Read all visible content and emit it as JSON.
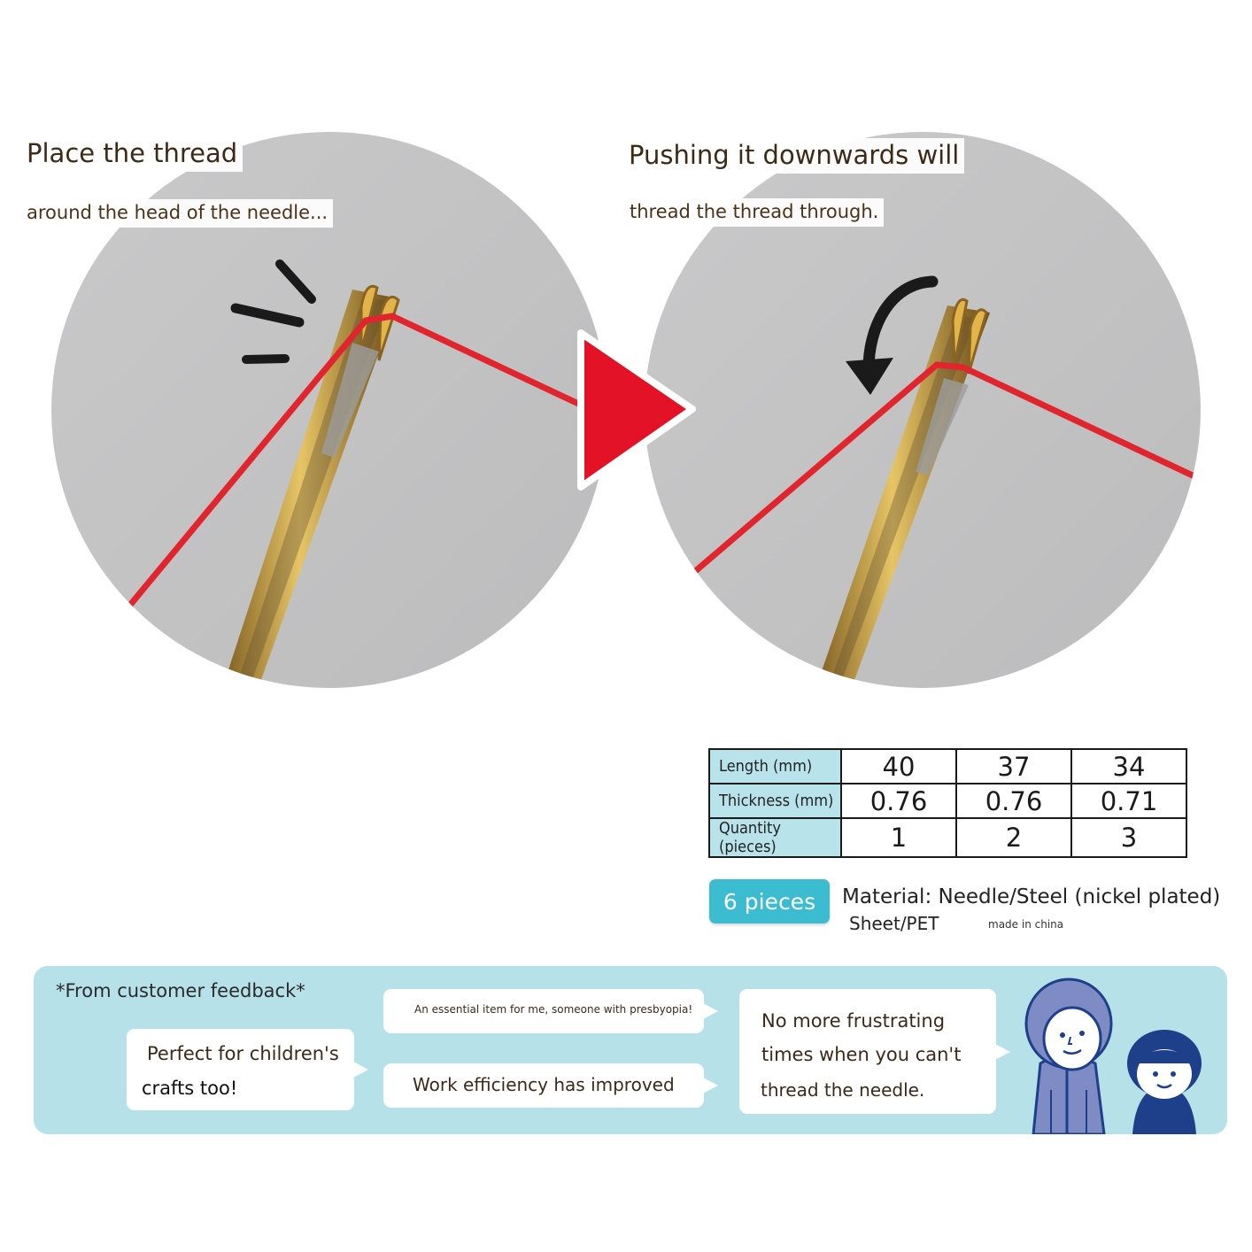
{
  "steps": [
    {
      "title": "Place the thread",
      "subtitle": "around the head of the needle..."
    },
    {
      "title": "Pushing it downwards will",
      "subtitle": "thread the thread through."
    }
  ],
  "spec_table": {
    "rows": [
      {
        "label": "Length (mm)",
        "values": [
          "40",
          "37",
          "34"
        ]
      },
      {
        "label": "Thickness (mm)",
        "values": [
          "0.76",
          "0.76",
          "0.71"
        ]
      },
      {
        "label": "Quantity (pieces)",
        "values": [
          "1",
          "2",
          "3"
        ]
      }
    ]
  },
  "product": {
    "pieces_label": "6 pieces",
    "material_line1": "Material: Needle/Steel (nickel plated)",
    "material_line2": "Sheet/PET",
    "origin": "made in china"
  },
  "feedback": {
    "heading": "*From customer feedback*",
    "quotes": {
      "children_line1": "Perfect for children's",
      "children_line2": "crafts too!",
      "presbyopia": "An essential item for me, someone with presbyopia!",
      "efficiency": "Work efficiency has improved",
      "frustration_line1": "No more frustrating",
      "frustration_line2": "times when you can't",
      "frustration_line3": "thread the needle."
    }
  },
  "colors": {
    "thread": "#e0252f",
    "needle_gold": "#c99a2e",
    "arrow_red": "#e31226",
    "panel_bg": "#b6e1e8",
    "table_header_bg": "#b9e3ea",
    "badge_bg": "#3cbcd0",
    "figure_navy": "#1e3f8a",
    "figure_lavender": "#7e8bc4"
  },
  "icons": [
    "motion-lines-icon",
    "curved-arrow-down-icon",
    "play-arrow-icon",
    "people-illustration"
  ]
}
